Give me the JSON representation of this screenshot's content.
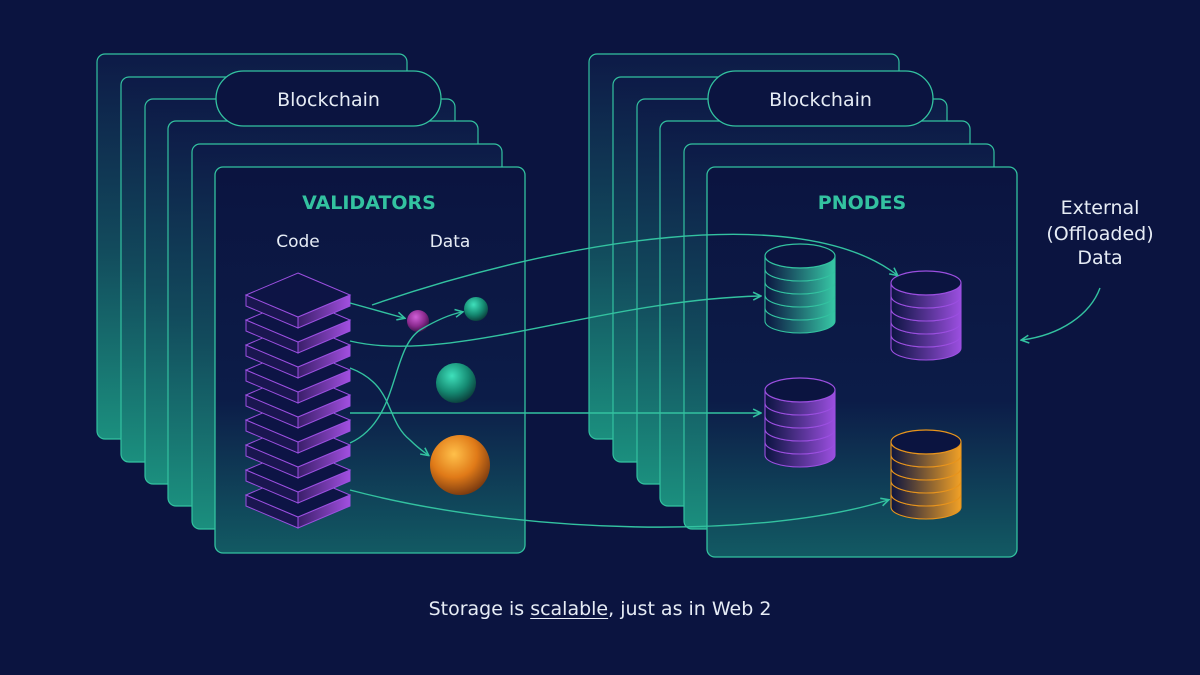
{
  "colors": {
    "background": "#0b1440",
    "teal": "#33c2a0",
    "purple": "#8b3fd1",
    "orange": "#e8941c",
    "text": "#e6ecf5"
  },
  "left_panel": {
    "badge": "Blockchain",
    "title": "VALIDATORS",
    "col_code": "Code",
    "col_data": "Data"
  },
  "right_panel": {
    "badge": "Blockchain",
    "title": "PNODES"
  },
  "external_label": {
    "line1": "External",
    "line2": "(Offloaded)",
    "line3": "Data"
  },
  "caption": {
    "before": "Storage is ",
    "underlined": "scalable",
    "after": ", just as in Web 2"
  }
}
